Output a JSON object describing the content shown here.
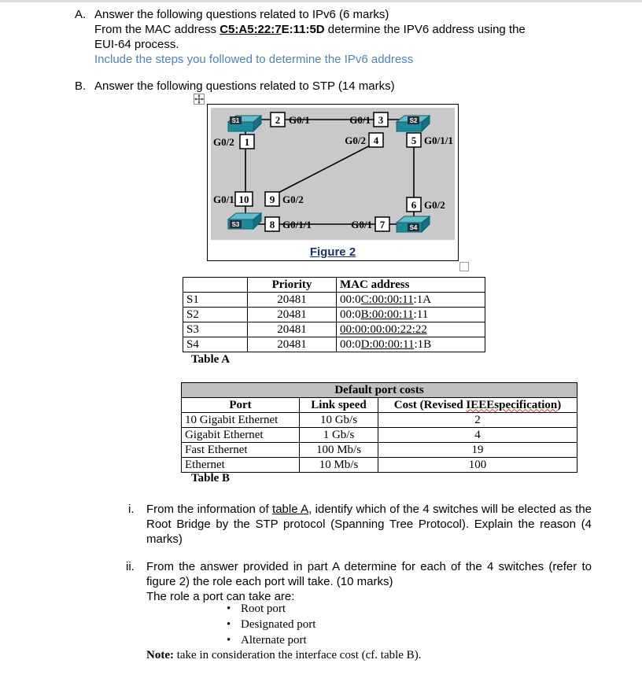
{
  "section_a": {
    "label": "A.",
    "line1": "Answer the following questions related to IPv6 (6 marks)",
    "line2_pre": "From the MAC address ",
    "mac_underlined": "C5:A5:22:7",
    "mac_rest": "E:11:5D",
    "line2_post": " determine the IPV6 address using the",
    "line3": "EUI-64 process.",
    "line4_blue": "Include the steps you followed to determine the IPv6 address"
  },
  "section_b": {
    "label": "B.",
    "line1": "Answer the following questions related to STP (14 marks)"
  },
  "figure": {
    "caption": "Figure 2",
    "switches": {
      "s1": "S1",
      "s2": "S2",
      "s3": "S3",
      "s4": "S4"
    },
    "ports": {
      "p1": "1",
      "p2": "2",
      "p3": "3",
      "p4": "4",
      "p5": "5",
      "p6": "6",
      "p7": "7",
      "p8": "8",
      "p9": "9",
      "p10": "10"
    },
    "ifaces": {
      "p1": "G0/2",
      "p2": "G0/1",
      "p3": "G0/1",
      "p4": "G0/2",
      "p5": "G0/1/1",
      "p6": "G0/2",
      "p7": "G0/1",
      "p8": "G0/1/1",
      "p9": "G0/2",
      "p10": "G0/1"
    }
  },
  "table_a": {
    "caption": "Table A",
    "col_priority": "Priority",
    "col_mac": "MAC address",
    "rows": [
      {
        "name": "S1",
        "priority": "20481",
        "mac_pre": "00:0",
        "mac_u": "C:00:00:11",
        "mac_post": ":1A"
      },
      {
        "name": "S2",
        "priority": "20481",
        "mac_pre": "00:0",
        "mac_u": "B:00:00:11",
        "mac_post": ":11"
      },
      {
        "name": "S3",
        "priority": "20481",
        "mac_pre": "",
        "mac_u": "00:00:00:00:22:22",
        "mac_post": ""
      },
      {
        "name": "S4",
        "priority": "20481",
        "mac_pre": "00:0",
        "mac_u": "D:00:00:11",
        "mac_post": ":1B"
      }
    ]
  },
  "table_b": {
    "caption": "Table B",
    "title": "Default port costs",
    "col_port": "Port",
    "col_speed": "Link speed",
    "col_cost_pre": "Cost (Revised ",
    "col_cost_misspelled": "IEEEspecification",
    "col_cost_post": ")",
    "rows": [
      {
        "port": "10 Gigabit Ethernet",
        "speed": "10 Gb/s",
        "cost": "2"
      },
      {
        "port": "Gigabit Ethernet",
        "speed": "1 Gb/s",
        "cost": "4"
      },
      {
        "port": "Fast Ethernet",
        "speed": "100 Mb/s",
        "cost": "19"
      },
      {
        "port": "Ethernet",
        "speed": "10 Mb/s",
        "cost": "100"
      }
    ]
  },
  "question_i": {
    "label": "i.",
    "pre": "From the information of ",
    "table_ref": "table A",
    "post": ", identify which of the 4 switches will be elected as the Root Bridge by the STP protocol (Spanning Tree Protocol). Explain the reason (4 marks)"
  },
  "question_ii": {
    "label": "ii.",
    "text": "From the answer provided in part A determine for each of the 4 switches (refer to figure 2) the role each port will take. (10 marks)",
    "sub": "The role a port can take are:",
    "bullets": [
      "Root port",
      "Designated port",
      "Alternate port"
    ],
    "note_bold": "Note:",
    "note_text": " take in consideration the interface cost (cf. table B)."
  }
}
